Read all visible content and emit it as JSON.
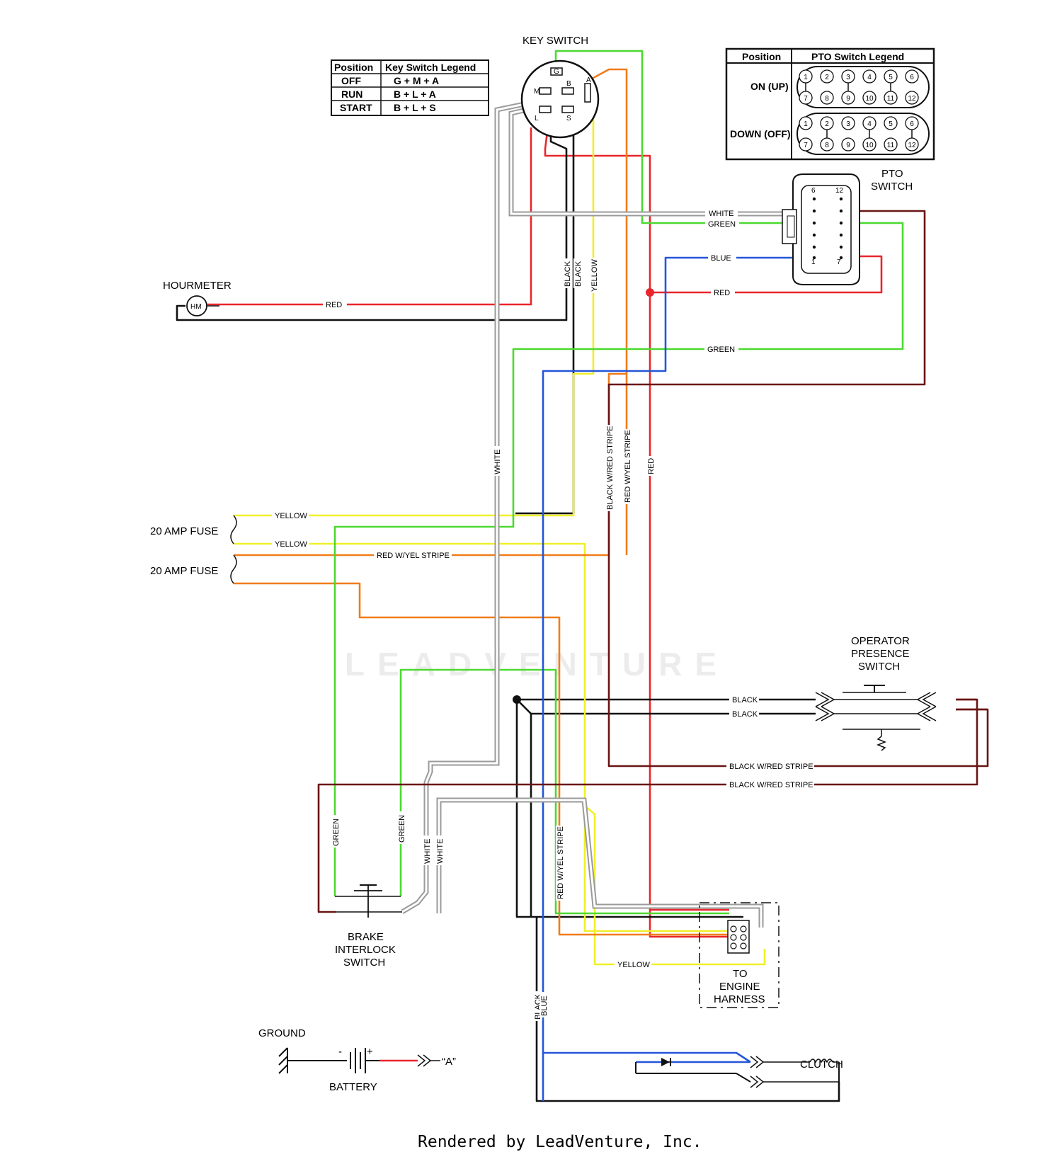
{
  "components": {
    "key_switch": "KEY SWITCH",
    "pto_switch_1": "PTO",
    "pto_switch_2": "SWITCH",
    "hourmeter": "HOURMETER",
    "hourmeter_symbol": "HM",
    "fuse_1": "20 AMP FUSE",
    "fuse_2": "20 AMP FUSE",
    "operator_presence_1": "OPERATOR",
    "operator_presence_2": "PRESENCE",
    "operator_presence_3": "SWITCH",
    "brake_1": "BRAKE",
    "brake_2": "INTERLOCK",
    "brake_3": "SWITCH",
    "engine_1": "TO",
    "engine_2": "ENGINE",
    "engine_3": "HARNESS",
    "ground": "GROUND",
    "battery": "BATTERY",
    "battery_minus": "-",
    "battery_plus": "+",
    "battery_ref": "“A”",
    "clutch": "CLUTCH",
    "key_terminals": [
      "G",
      "M",
      "B",
      "A",
      "L",
      "S"
    ]
  },
  "key_switch_legend": {
    "headers": [
      "Position",
      "Key Switch Legend"
    ],
    "rows": [
      [
        "OFF",
        "G + M + A"
      ],
      [
        "RUN",
        "B + L + A"
      ],
      [
        "START",
        "B + L + S"
      ]
    ]
  },
  "pto_switch_legend": {
    "headers": [
      "Position",
      "PTO Switch Legend"
    ],
    "rows": [
      "ON (UP)",
      "DOWN (OFF)"
    ],
    "pins_top": [
      "1",
      "2",
      "3",
      "4",
      "5",
      "6"
    ],
    "pins_bottom": [
      "7",
      "8",
      "9",
      "10",
      "11",
      "12"
    ]
  },
  "pto_connector_pins": [
    "1",
    "6",
    "7",
    "12"
  ],
  "wire_labels": {
    "white_pto": "WHITE",
    "green_pto": "GREEN",
    "blue_pto": "BLUE",
    "red_pto": "RED",
    "red_hourmeter": "RED",
    "green_mid": "GREEN",
    "black_1": "BLACK",
    "black_2": "BLACK",
    "yellow_key": "YELLOW",
    "white_vertical": "WHITE",
    "black_red_stripe_v": "BLACK W/RED STRIPE",
    "red_yel_stripe_v": "RED W/YEL STRIPE",
    "red_v": "RED",
    "yellow_fuse_1": "YELLOW",
    "yellow_fuse_2": "YELLOW",
    "red_yel_stripe_h": "RED W/YEL STRIPE",
    "black_ops_1": "BLACK",
    "black_ops_2": "BLACK",
    "black_red_stripe_1": "BLACK W/RED STRIPE",
    "black_red_stripe_2": "BLACK W/RED STRIPE",
    "green_brake_1": "GREEN",
    "green_brake_2": "GREEN",
    "white_brake_1": "WHITE",
    "white_brake_2": "WHITE",
    "red_yel_stripe_lower": "RED W/YEL STRIPE",
    "yellow_engine": "YELLOW",
    "black_clutch": "BLACK",
    "blue_clutch": "BLUE"
  },
  "watermark": "LEADVENTURE",
  "footer": "Rendered by LeadVenture, Inc.",
  "colors": {
    "red": "#e8262b",
    "black": "#111111",
    "green": "#4cd930",
    "yellow": "#f0ef2a",
    "orange": "#f07c1a",
    "blue": "#2456d8",
    "white_wire": "#9a9a9a",
    "maroon": "#6a1414"
  }
}
